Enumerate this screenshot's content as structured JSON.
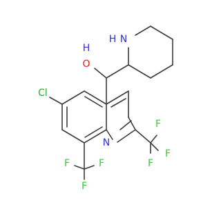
{
  "molecule": {
    "atoms": {
      "F": "F",
      "Cl": "Cl",
      "N": "N",
      "NH": "H",
      "OH_O": "O",
      "OH_H": "H"
    },
    "colors": {
      "bond": "#3b3b3b",
      "fluorine": "#33cc33",
      "chlorine": "#1fb01f",
      "nitrogen": "#2f2fe0",
      "oxygen": "#ff0d0d"
    }
  }
}
